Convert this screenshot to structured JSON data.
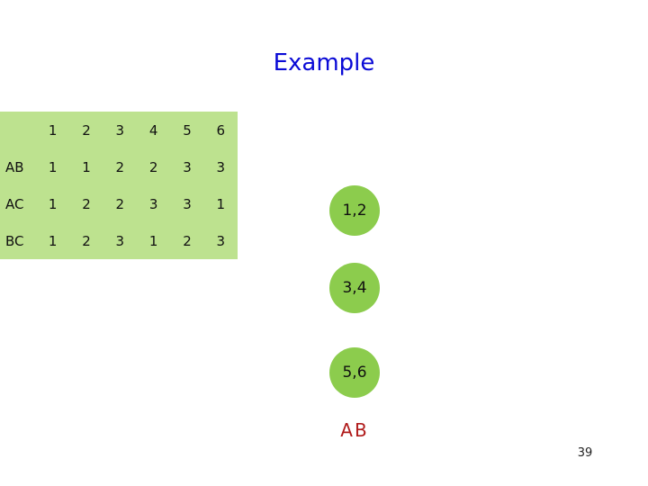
{
  "slide": {
    "title": "Example",
    "page_number": "39"
  },
  "table": {
    "columns": [
      "",
      "1",
      "2",
      "3",
      "4",
      "5",
      "6"
    ],
    "rows": [
      {
        "label": "AB",
        "values": [
          "1",
          "1",
          "2",
          "2",
          "3",
          "3"
        ]
      },
      {
        "label": "AC",
        "values": [
          "1",
          "2",
          "2",
          "3",
          "3",
          "1"
        ]
      },
      {
        "label": "BC",
        "values": [
          "1",
          "2",
          "3",
          "1",
          "2",
          "3"
        ]
      }
    ],
    "background": "#bde28f"
  },
  "nodes": [
    "1,2",
    "3,4",
    "5,6"
  ],
  "node_color": "#8ccc4d",
  "bottom_label": "AB",
  "colors": {
    "title": "#0a0ad6",
    "bottom_label": "#b01a1a"
  }
}
